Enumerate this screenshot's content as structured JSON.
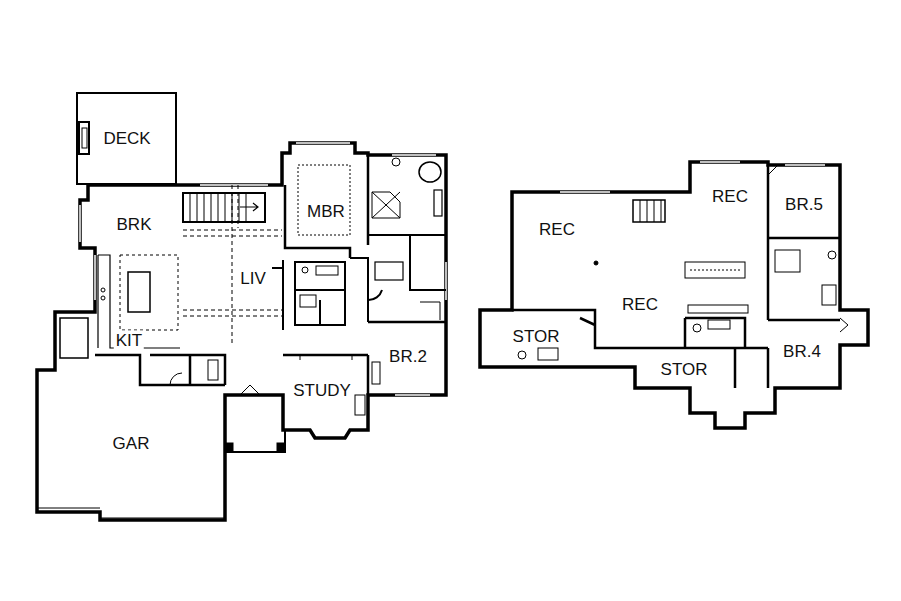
{
  "diagram": {
    "labels": [
      "DECK",
      "BRK",
      "MBR",
      "LIV",
      "KIT",
      "GAR",
      "BR.2",
      "STUDY",
      "REC",
      "REC",
      "BR.5",
      "REC",
      "STOR",
      "STOR",
      "BR.4"
    ]
  }
}
